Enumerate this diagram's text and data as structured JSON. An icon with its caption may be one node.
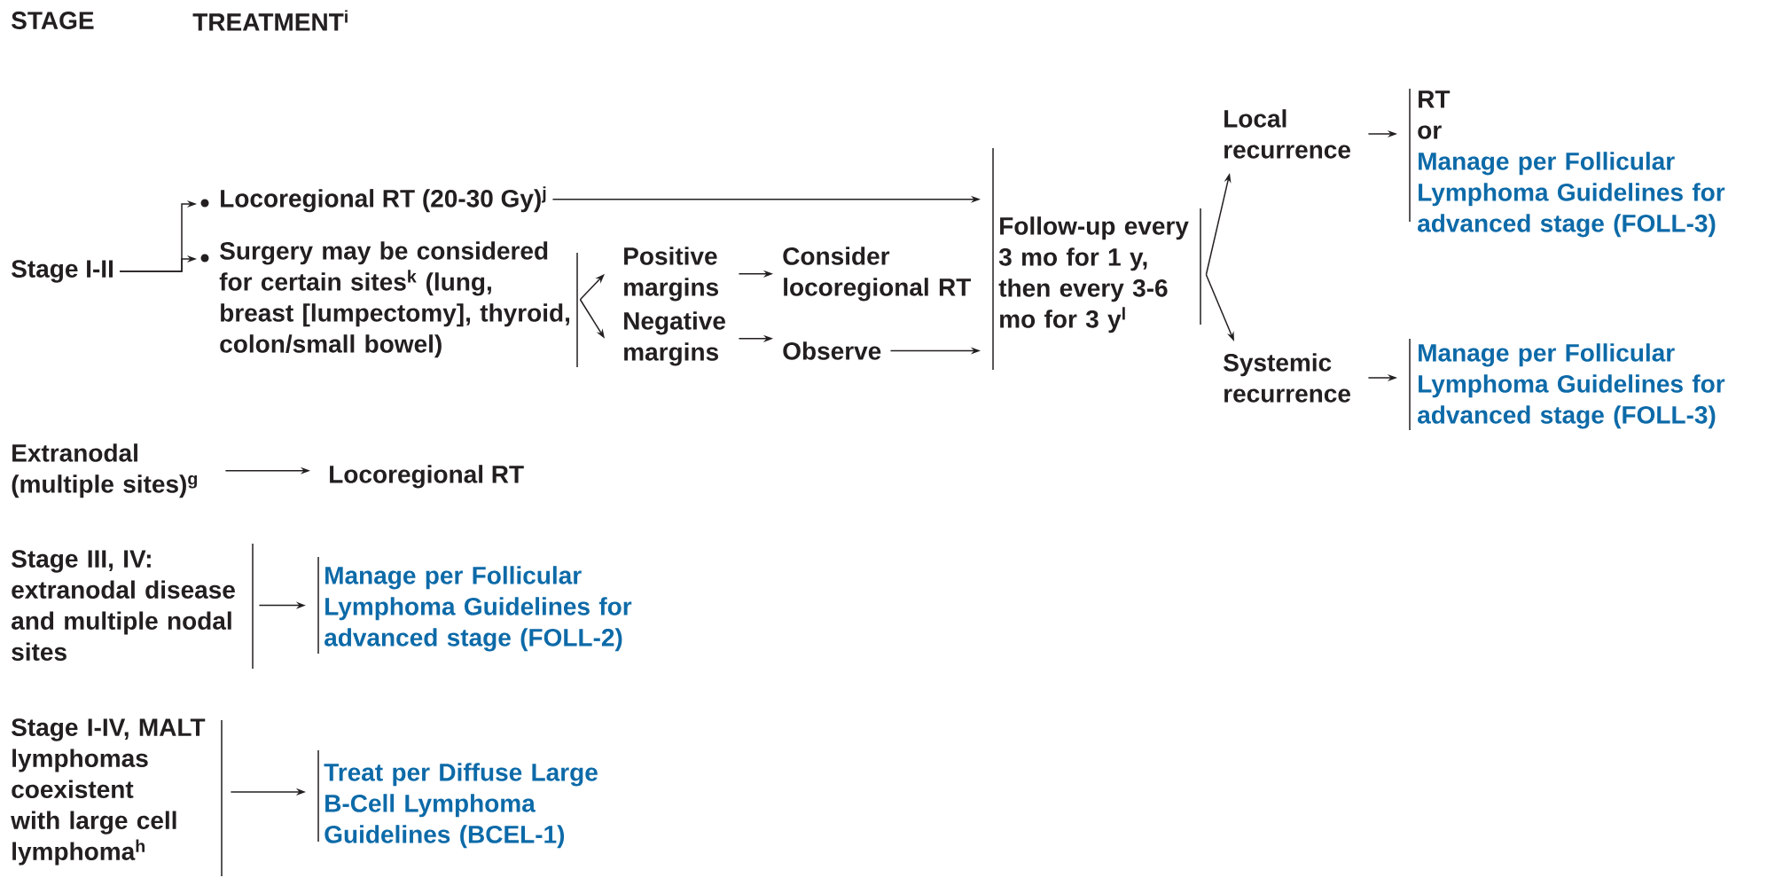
{
  "diagram": {
    "nodes": [
      {
        "text": [
          "Stage I-II"
        ]
      },
      {
        "text": [
          "Locoregional RT (20-30 Gy)$^{j}$"
        ]
      },
      {
        "text": [
          "Surgery may be considered for certain sites$^{k}$ (lung, breast [lumpectomy], thyroid, colon/small bowel)"
        ]
      },
      {
        "text": [
          "Positive margins"
        ]
      },
      {
        "text": [
          "Negative margins"
        ]
      },
      {
        "text": [
          "Consider locoregional RT"
        ]
      },
      {
        "text": [
          "Observe"
        ]
      },
      {
        "text": [
          "Follow-up every 3 mo for 1 y, then every 3-6 mo for 3 y$^{l}$"
        ]
      },
      {
        "text": [
          "Local recurrence"
        ]
      },
      {
        "text": [
          "Systemic recurrence"
        ]
      },
      {
        "text": [
          "RT",
          "or",
          "Manage per Follicular Lymphoma Guidelines for advanced stage (FOLL-3)"
        ]
      },
      {
        "text": [
          "Manage per Follicular Lymphoma Guidelines for advanced stage (FOLL-3)"
        ]
      },
      {
        "text": [
          "Extranodal (multiple sites)$^{g}$"
        ]
      },
      {
        "text": [
          "Locoregional RT"
        ]
      },
      {
        "text": [
          "Stage III, IV: extranodal disease and multiple nodal sites"
        ]
      },
      {
        "text": [
          "Manage per Follicular Lymphoma Guidelines for advanced stage (FOLL-2)"
        ]
      },
      {
        "text": [
          "Stage I-IV, MALT lymphomas coexistent with large cell lymphoma$^{h}$"
        ]
      },
      {
        "text": [
          "Treat per Diffuse Large B-Cell Lymphoma Guidelines (BCEL-1)"
        ]
      }
    ],
    "edges": [
      {
        "from": 0,
        "to": 1,
        "arrow": "to"
      },
      {
        "from": 0,
        "to": 2,
        "arrow": "to"
      },
      {
        "from": 1,
        "to": 7,
        "arrow": "to"
      },
      {
        "from": 2,
        "to": 3,
        "arrow": "to"
      },
      {
        "from": 2,
        "to": 4,
        "arrow": "to"
      },
      {
        "from": 3,
        "to": 5,
        "arrow": "to"
      },
      {
        "from": 4,
        "to": 6,
        "arrow": "to"
      },
      {
        "from": 6,
        "to": 7,
        "arrow": "to"
      },
      {
        "from": 7,
        "to": 8,
        "arrow": "to"
      },
      {
        "from": 7,
        "to": 9,
        "arrow": "to"
      },
      {
        "from": 8,
        "to": 10,
        "arrow": "to"
      },
      {
        "from": 9,
        "to": 11,
        "arrow": "to"
      },
      {
        "from": 12,
        "to": 13,
        "arrow": "to"
      },
      {
        "from": 14,
        "to": 15,
        "arrow": "to"
      },
      {
        "from": 16,
        "to": 17,
        "arrow": "to"
      }
    ],
    "labels": [
      "STAGE",
      "TREATMENT$^{i}$"
    ]
  }
}
